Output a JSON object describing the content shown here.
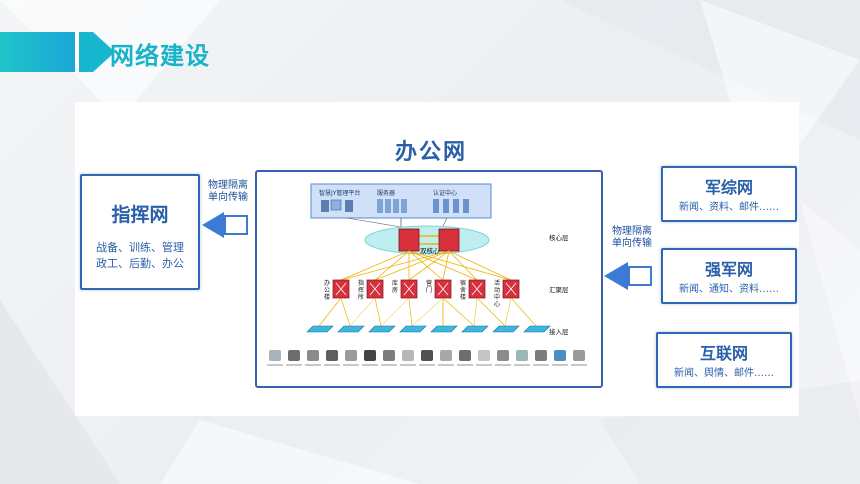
{
  "header": {
    "title": "网络建设"
  },
  "main_title": "办公网",
  "left_box": {
    "title": "指挥网",
    "desc_line1": "战备、训练、管理",
    "desc_line2": "政工、后勤、办公"
  },
  "left_arrow_label": {
    "line1": "物理隔离",
    "line2": "单向传输"
  },
  "right_arrow_label": {
    "line1": "物理隔离",
    "line2": "单向传输"
  },
  "right_boxes": [
    {
      "title": "军综网",
      "desc": "新闻、资料、邮件……"
    },
    {
      "title": "强军网",
      "desc": "新闻、通知、资料……"
    },
    {
      "title": "互联网",
      "desc": "新闻、舆情、邮件……"
    }
  ],
  "diagram": {
    "servers": [
      {
        "label": "智慧JY管理平台"
      },
      {
        "label": "服务器"
      },
      {
        "label": "认证中心"
      }
    ],
    "core_label": "双核心",
    "layers": {
      "core": "核心层",
      "agg": "汇聚层",
      "access": "接入层"
    },
    "agg_nodes": [
      "办公楼",
      "指挥所",
      "库房",
      "营门",
      "宿舍楼",
      "活动中心"
    ],
    "access_count": 8,
    "device_count": 17
  },
  "colors": {
    "accent": "#19b3c9",
    "navy": "#2a5fa9",
    "border": "#2e66b8"
  }
}
